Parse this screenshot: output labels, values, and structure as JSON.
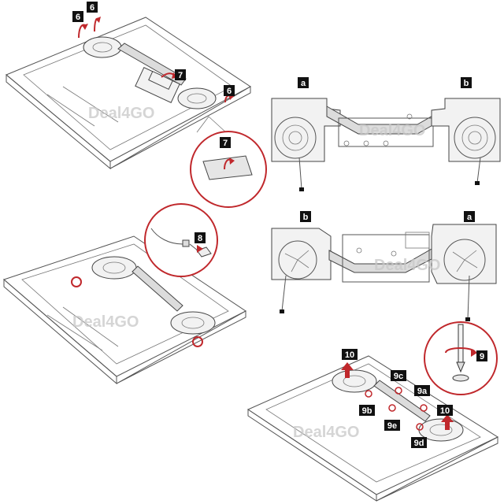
{
  "labels": {
    "s6a": "6",
    "s6b": "6",
    "s6c": "6",
    "s7": "7",
    "s7zoom": "7",
    "a_top": "a",
    "b_top": "b",
    "b_mid": "b",
    "a_mid": "a",
    "s8": "8",
    "s9": "9",
    "s9a": "9a",
    "s9b": "9b",
    "s9c": "9c",
    "s9d": "9d",
    "s9e": "9e",
    "s10a": "10",
    "s10b": "10"
  },
  "watermark": {
    "text1": "Deal4GO",
    "text2": "Deal4GO",
    "text3": "Deal4GO",
    "text4": "Deal4GO",
    "text5": "Deal4GO"
  },
  "colors": {
    "label_bg": "#111111",
    "accent_red": "#c0282c",
    "line": "#555555"
  }
}
